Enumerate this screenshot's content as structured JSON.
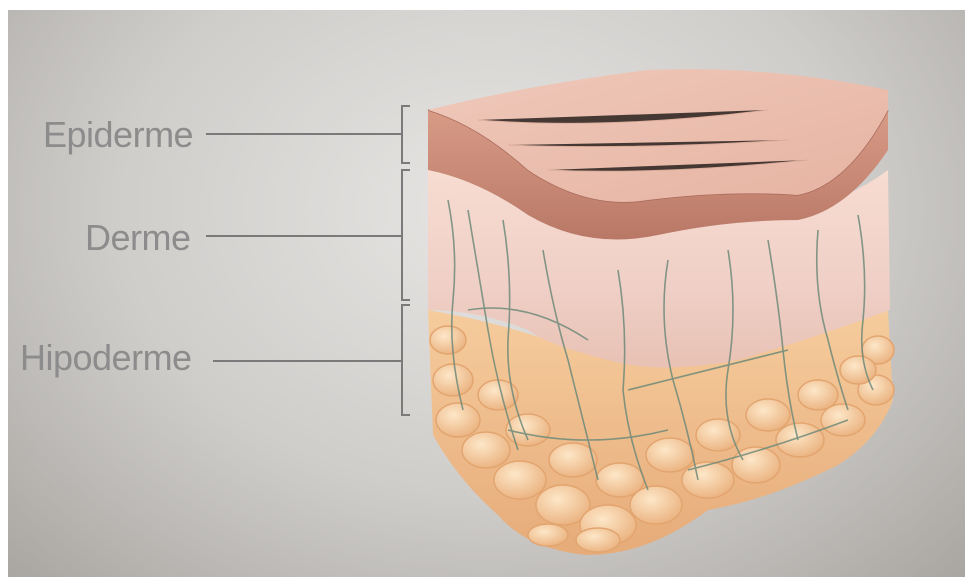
{
  "labels": {
    "epiderme": "Epiderme",
    "derme": "Derme",
    "hipoderme": "Hipoderme"
  },
  "colors": {
    "background": "#d6d4d1",
    "label_text": "#8c8c8c",
    "leader_line": "#7a7a7a",
    "epidermis": "#c98a78",
    "dermis": "#f3d0c4",
    "hypodermis": "#f0c28f",
    "vessel": "#6f8a7a"
  }
}
